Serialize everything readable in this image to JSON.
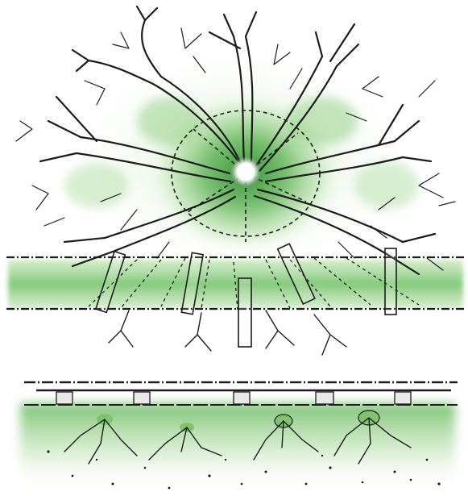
{
  "colors": {
    "background": "#ffffff",
    "ink": "#1c1c1c",
    "wash_light": "#cfe8c2",
    "wash_mid": "#8fce7f",
    "wash_dark": "#3f9a3c",
    "trunk": "#ffffff"
  },
  "plan_view": {
    "tree_crown": {
      "branch_count": 7
    },
    "root_zone": {
      "root_count": 5,
      "planks": 5
    },
    "path_band": {
      "dashed_edges": 2
    }
  },
  "section_view": {
    "deck_posts": 5,
    "root_clumps": 4
  }
}
